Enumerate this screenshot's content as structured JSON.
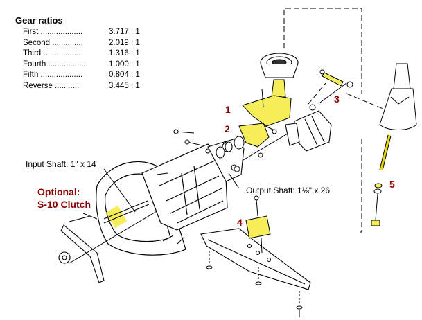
{
  "gear_ratios": {
    "title": "Gear ratios",
    "rows": [
      {
        "name": "First ...................",
        "value": "3.717 : 1"
      },
      {
        "name": "Second ..............",
        "value": "2.019 : 1"
      },
      {
        "name": "Third ..................",
        "value": "1.316 : 1"
      },
      {
        "name": "Fourth .................",
        "value": "1.000 : 1"
      },
      {
        "name": "Fifth ...................",
        "value": "0.804 : 1"
      },
      {
        "name": "Reverse ...........",
        "value": "3.445 : 1"
      }
    ]
  },
  "labels": {
    "input_shaft": "Input Shaft: 1\" x 14",
    "output_shaft": "Output Shaft: 1⅛\" x 26",
    "optional_line1": "Optional:",
    "optional_line2": "S-10 Clutch"
  },
  "callouts": [
    "1",
    "2",
    "3",
    "4",
    "5"
  ],
  "colors": {
    "callout": "#8b0000",
    "highlight": "#f5ee5a",
    "line": "#000000"
  }
}
